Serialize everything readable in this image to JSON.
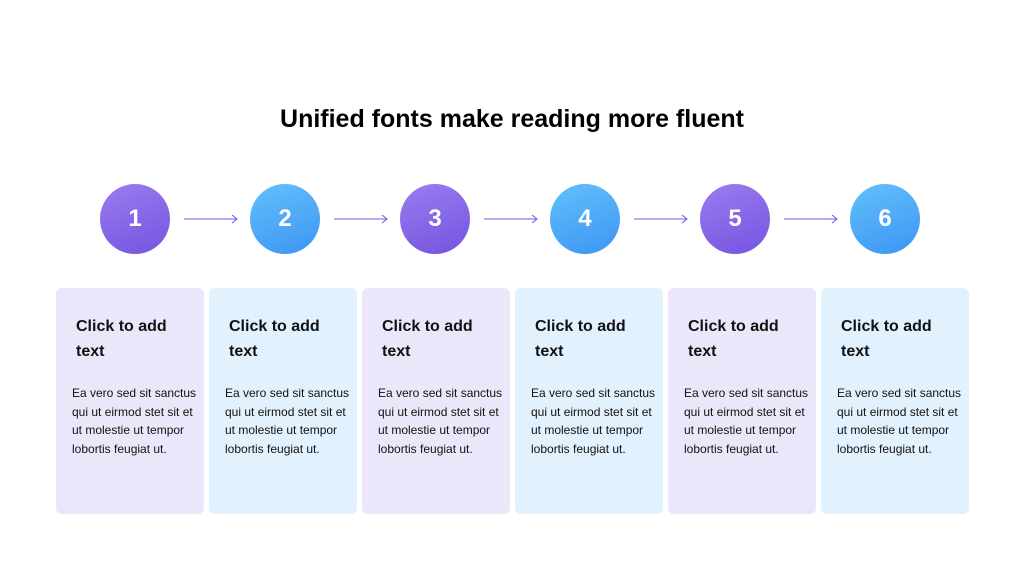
{
  "title": "Unified fonts make reading more fluent",
  "colors": {
    "purple_circle": "#7f62e8",
    "blue_circle": "#4aa8f7",
    "purple_card": "#ebe6f9",
    "blue_card": "#e1f1fd",
    "arrow": "#7454e0"
  },
  "steps": [
    {
      "number": "1",
      "heading": "Click to add text",
      "body": "Ea vero sed sit sanctus qui ut eirmod stet sit et ut molestie ut tempor lobortis feugiat ut.",
      "theme": "purple"
    },
    {
      "number": "2",
      "heading": "Click to add text",
      "body": "Ea vero sed sit sanctus qui ut eirmod stet sit et ut molestie ut tempor lobortis feugiat ut.",
      "theme": "blue"
    },
    {
      "number": "3",
      "heading": "Click to add text",
      "body": "Ea vero sed sit sanctus qui ut eirmod stet sit et ut molestie ut tempor lobortis feugiat ut.",
      "theme": "purple"
    },
    {
      "number": "4",
      "heading": "Click to add text",
      "body": "Ea vero sed sit sanctus qui ut eirmod stet sit et ut molestie ut tempor lobortis feugiat ut.",
      "theme": "blue"
    },
    {
      "number": "5",
      "heading": "Click to add text",
      "body": "Ea vero sed sit sanctus qui ut eirmod stet sit et ut molestie ut tempor lobortis feugiat ut.",
      "theme": "purple"
    },
    {
      "number": "6",
      "heading": "Click to add text",
      "body": "Ea vero sed sit sanctus qui ut eirmod stet sit et ut molestie ut tempor lobortis feugiat ut.",
      "theme": "blue"
    }
  ]
}
